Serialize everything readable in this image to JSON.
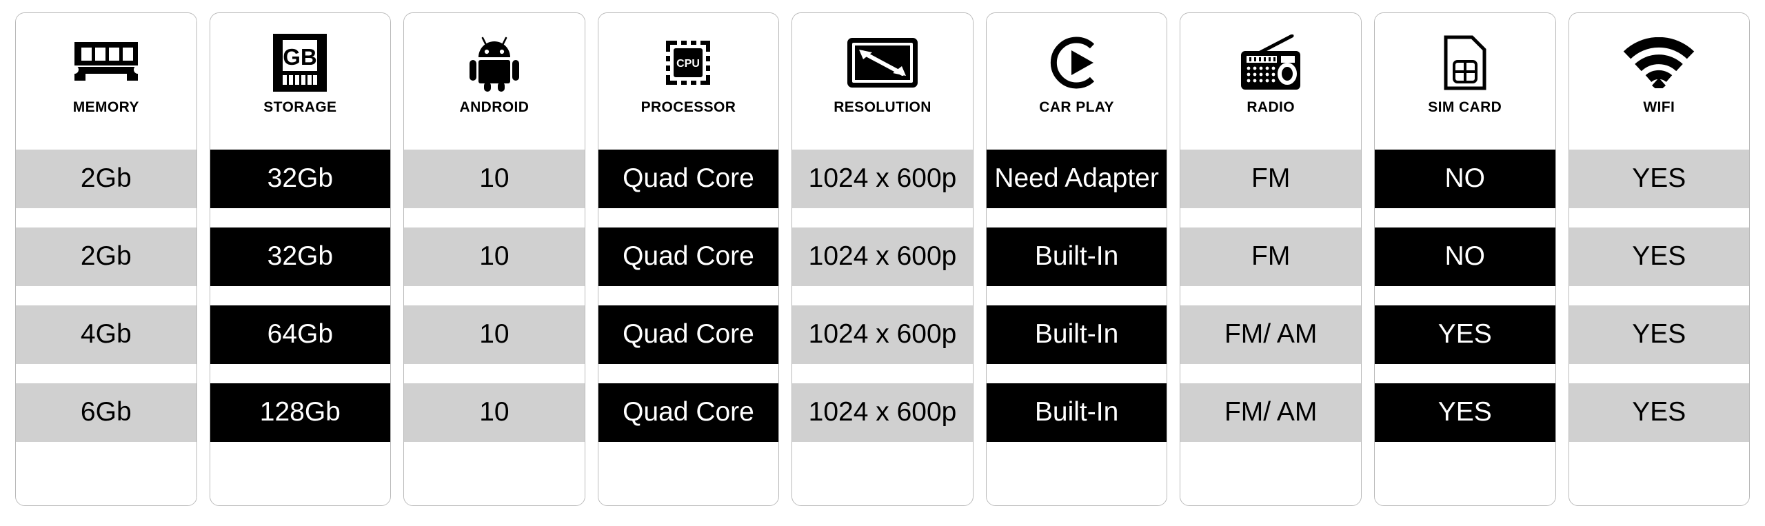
{
  "chart_data": {
    "type": "table",
    "title": "",
    "columns": [
      {
        "key": "memory",
        "label": "MEMORY",
        "icon": "memory-ram-icon",
        "style": "light"
      },
      {
        "key": "storage",
        "label": "STORAGE",
        "icon": "storage-gb-icon",
        "style": "dark"
      },
      {
        "key": "android",
        "label": "ANDROID",
        "icon": "android-robot-icon",
        "style": "light"
      },
      {
        "key": "processor",
        "label": "PROCESSOR",
        "icon": "cpu-chip-icon",
        "style": "dark"
      },
      {
        "key": "resolution",
        "label": "RESOLUTION",
        "icon": "screen-size-icon",
        "style": "light"
      },
      {
        "key": "carplay",
        "label": "CAR PLAY",
        "icon": "car-play-icon",
        "style": "dark"
      },
      {
        "key": "radio",
        "label": "RADIO",
        "icon": "radio-icon",
        "style": "light"
      },
      {
        "key": "simcard",
        "label": "SIM CARD",
        "icon": "sim-card-icon",
        "style": "dark"
      },
      {
        "key": "wifi",
        "label": "WIFI",
        "icon": "wifi-icon",
        "style": "light"
      }
    ],
    "rows": [
      {
        "memory": "2Gb",
        "storage": "32Gb",
        "android": "10",
        "processor": "Quad Core",
        "resolution": "1024 x 600p",
        "carplay": "Need Adapter",
        "radio": "FM",
        "simcard": "NO",
        "wifi": "YES"
      },
      {
        "memory": "2Gb",
        "storage": "32Gb",
        "android": "10",
        "processor": "Quad Core",
        "resolution": "1024 x 600p",
        "carplay": "Built-In",
        "radio": "FM",
        "simcard": "NO",
        "wifi": "YES"
      },
      {
        "memory": "4Gb",
        "storage": "64Gb",
        "android": "10",
        "processor": "Quad Core",
        "resolution": "1024 x 600p",
        "carplay": "Built-In",
        "radio": "FM/ AM",
        "simcard": "YES",
        "wifi": "YES"
      },
      {
        "memory": "6Gb",
        "storage": "128Gb",
        "android": "10",
        "processor": "Quad Core",
        "resolution": "1024 x 600p",
        "carplay": "Built-In",
        "radio": "FM/ AM",
        "simcard": "YES",
        "wifi": "YES"
      }
    ],
    "colors": {
      "light_band": "#d0d0d0",
      "dark_band": "#000000",
      "card_border": "#b9b9b9",
      "background": "#ffffff",
      "light_text": "#000000",
      "dark_text": "#ffffff"
    }
  }
}
